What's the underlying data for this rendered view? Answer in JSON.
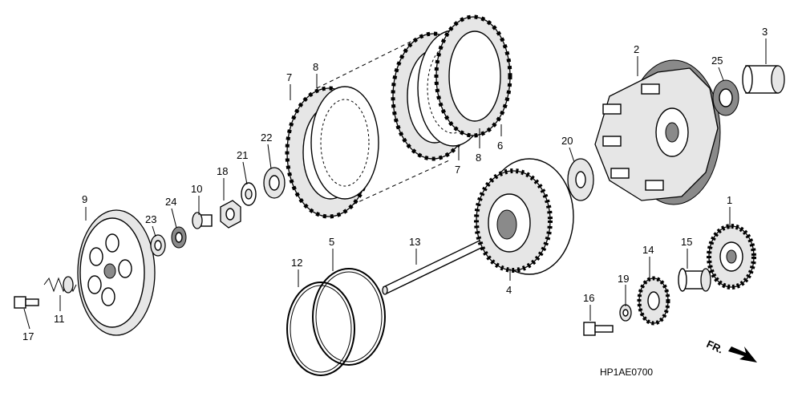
{
  "labels": {
    "p1": "1",
    "p2": "2",
    "p3": "3",
    "p4": "4",
    "p5": "5",
    "p6": "6",
    "p7a": "7",
    "p7b": "7",
    "p8a": "8",
    "p8b": "8",
    "p9": "9",
    "p10": "10",
    "p11": "11",
    "p12": "12",
    "p13": "13",
    "p14": "14",
    "p15": "15",
    "p16": "16",
    "p17": "17",
    "p18": "18",
    "p19": "19",
    "p20": "20",
    "p21": "21",
    "p22": "22",
    "p23": "23",
    "p24": "24",
    "p25": "25"
  },
  "diagram_code": "HP1AE0700",
  "direction_label": "FR.",
  "colors": {
    "line": "#000000",
    "fill_light": "#e6e6e6",
    "fill_dark": "#8a8a8a",
    "background": "#ffffff"
  }
}
